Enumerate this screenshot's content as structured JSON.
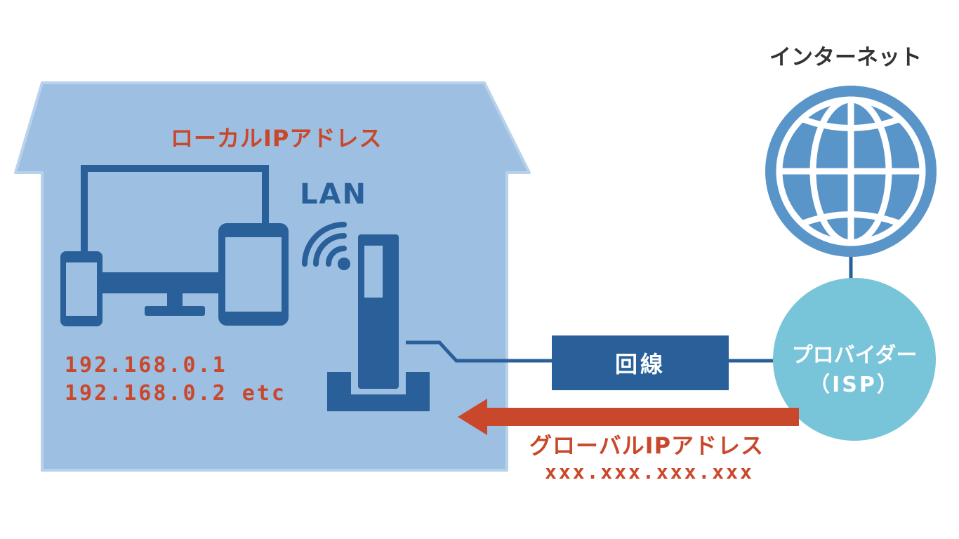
{
  "diagram": {
    "local_ip_title": "ローカルIPアドレス",
    "lan_label": "LAN",
    "local_ip_examples": [
      "192.168.0.1",
      "192.168.0.2 etc"
    ],
    "internet_label": "インターネット",
    "line_label": "回線",
    "isp_name": "プロバイダー",
    "isp_abbr": "（ISP）",
    "global_ip_title": "グローバルIPアドレス",
    "global_ip_value": "xxx.xxx.xxx.xxx"
  },
  "icons": {
    "house": "house-icon",
    "desktop": "desktop-monitor-icon",
    "phone": "smartphone-icon",
    "tablet": "tablet-icon",
    "wifi": "wifi-icon",
    "router": "router-icon",
    "globe": "globe-icon"
  },
  "colors": {
    "house_fill": "#9dbfe2",
    "device_navy": "#29609a",
    "accent_red": "#c9482b",
    "globe_blue": "#5a95c9",
    "isp_teal": "#78c4d8",
    "dark_text": "#333333"
  }
}
